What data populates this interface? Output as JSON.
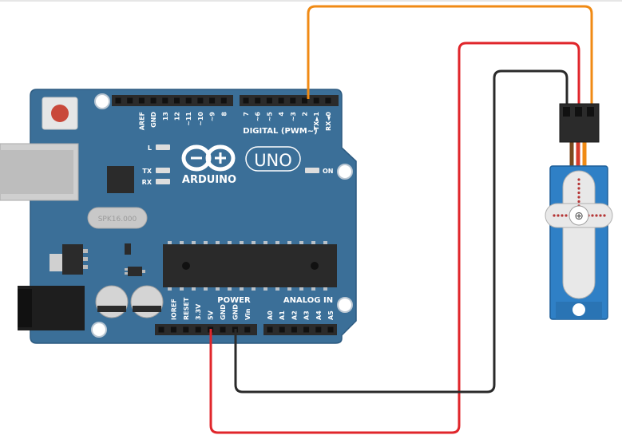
{
  "board": {
    "brand": "ARDUINO",
    "model": "UNO",
    "digital_header": "DIGITAL (PWM~)",
    "power_header": "POWER",
    "analog_header": "ANALOG IN",
    "on_label": "ON",
    "led_l": "L",
    "led_tx": "TX",
    "led_rx": "RX",
    "crystal": "16.000",
    "digital_pins": [
      "AREF",
      "GND",
      "13",
      "12",
      "~11",
      "~10",
      "~9",
      "8",
      "7",
      "~6",
      "~5",
      "4",
      "~3",
      "2",
      "TX►1",
      "RX◄0"
    ],
    "power_pins": [
      "IOREF",
      "RESET",
      "3.3V",
      "5V",
      "GND",
      "GND",
      "Vin"
    ],
    "analog_pins": [
      "A0",
      "A1",
      "A2",
      "A3",
      "A4",
      "A5"
    ]
  },
  "colors": {
    "board": "#3b6f98",
    "board_edge": "#2c5a80",
    "header": "#2b2b2b",
    "wire_signal": "#f08a14",
    "wire_power": "#e0262b",
    "wire_ground": "#2a2a2a",
    "servo_body": "#2f80c6",
    "servo_horn": "#e8e8e8"
  }
}
